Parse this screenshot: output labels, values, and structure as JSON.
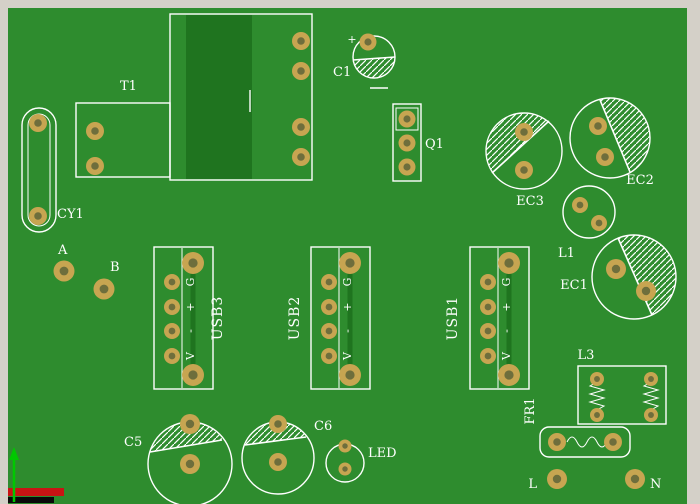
{
  "window": {
    "type": "pcb-layout-editor"
  },
  "colors": {
    "frame": "#d4d0c8",
    "board": "#2e8c2e",
    "trace": "#1f741f",
    "silkscreen": "#ffffff",
    "pad": "#c7a551",
    "pad_hole": "#6e6e3c",
    "origin_x": "#c81414",
    "origin_y": "#00c800",
    "origin_base": "#0a0a0a"
  },
  "components": {
    "t1": {
      "label": "T1"
    },
    "c1": {
      "label": "C1",
      "polarity": "+"
    },
    "q1": {
      "label": "Q1"
    },
    "cy1": {
      "label": "CY1"
    },
    "a": {
      "label": "A"
    },
    "b": {
      "label": "B"
    },
    "usb3": {
      "label": "USB3",
      "pins": [
        "G",
        "+",
        "-",
        "V"
      ]
    },
    "usb2": {
      "label": "USB2",
      "pins": [
        "G",
        "+",
        "-",
        "V"
      ]
    },
    "usb1": {
      "label": "USB1",
      "pins": [
        "G",
        "+",
        "-",
        "V"
      ]
    },
    "ec3": {
      "label": "EC3"
    },
    "ec2": {
      "label": "EC2"
    },
    "ec1": {
      "label": "EC1"
    },
    "l1": {
      "label": "L1"
    },
    "l3": {
      "label": "L3"
    },
    "c5": {
      "label": "C5"
    },
    "c6": {
      "label": "C6"
    },
    "led": {
      "label": "LED"
    },
    "fr1": {
      "label": "FR1"
    },
    "l": {
      "label": "L"
    },
    "n": {
      "label": "N"
    }
  }
}
